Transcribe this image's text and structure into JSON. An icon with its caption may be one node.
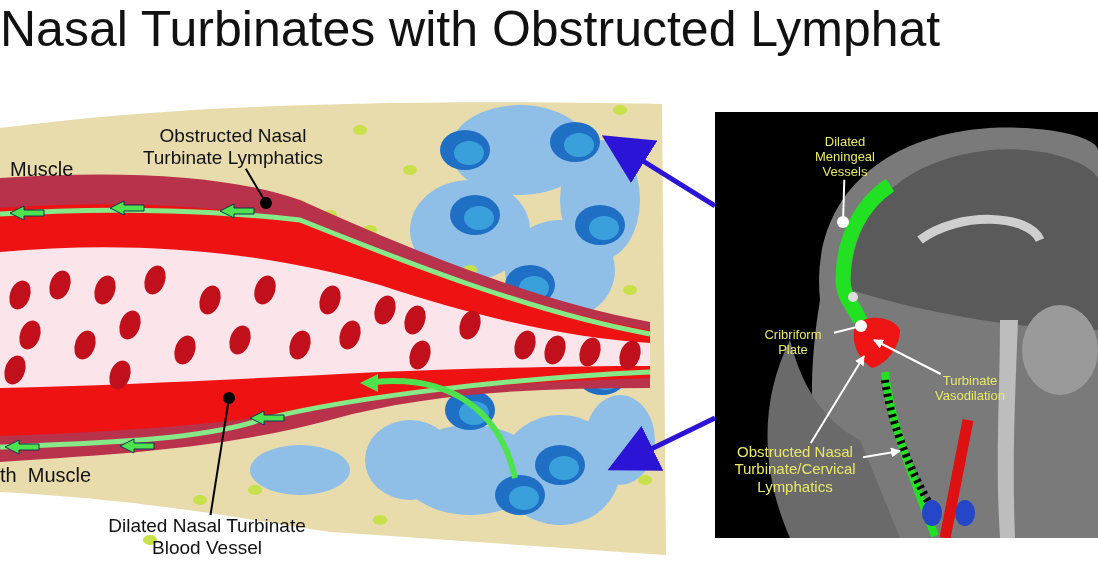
{
  "diagram": {
    "title": "Nasal Turbinates with Obstructed Lymphat",
    "nodes": [
      {
        "text": [],
        "shape": "picture"
      },
      {
        "text": [],
        "shape": "picture"
      },
      {
        "text": [
          "Obstructed Nasal Turbinate Lymphatics"
        ],
        "in": 0
      },
      {
        "text": [
          "Dilated Nasal Turbinate Blood Vessel"
        ]
      },
      {
        "text": [
          "Dilated Meningeal Vessels"
        ],
        "in": 1
      },
      {
        "text": [
          "Cribriform Plate"
        ],
        "in": 1
      },
      {
        "text": [
          "Turbinate Vasodilation"
        ],
        "in": 1
      },
      {
        "text": [
          "Obstructed Nasal Turbinate/Cervical Lymphatics"
        ],
        "in": 1
      }
    ],
    "edges": [
      {
        "from": 1,
        "to": 0,
        "arrow": "to",
        "style": "thick",
        "color": "#2b14d6"
      },
      {
        "from": 1,
        "to": 0,
        "arrow": "to",
        "style": "thick",
        "color": "#2b14d6"
      },
      {
        "from": 2,
        "to": 0,
        "arrow": "other",
        "color": "#000000"
      },
      {
        "from": 3,
        "to": 0,
        "arrow": "other",
        "color": "#000000"
      },
      {
        "from": 4,
        "to": 1,
        "arrow": "other"
      },
      {
        "from": 5,
        "to": 1,
        "arrow": "other"
      },
      {
        "from": 6,
        "to": 1,
        "arrow": "to"
      },
      {
        "from": 7,
        "to": 1,
        "arrow": "to"
      },
      {
        "from": 7,
        "to": 1,
        "arrow": "to"
      }
    ],
    "labels": [
      "Muscle",
      "th  Muscle"
    ]
  }
}
